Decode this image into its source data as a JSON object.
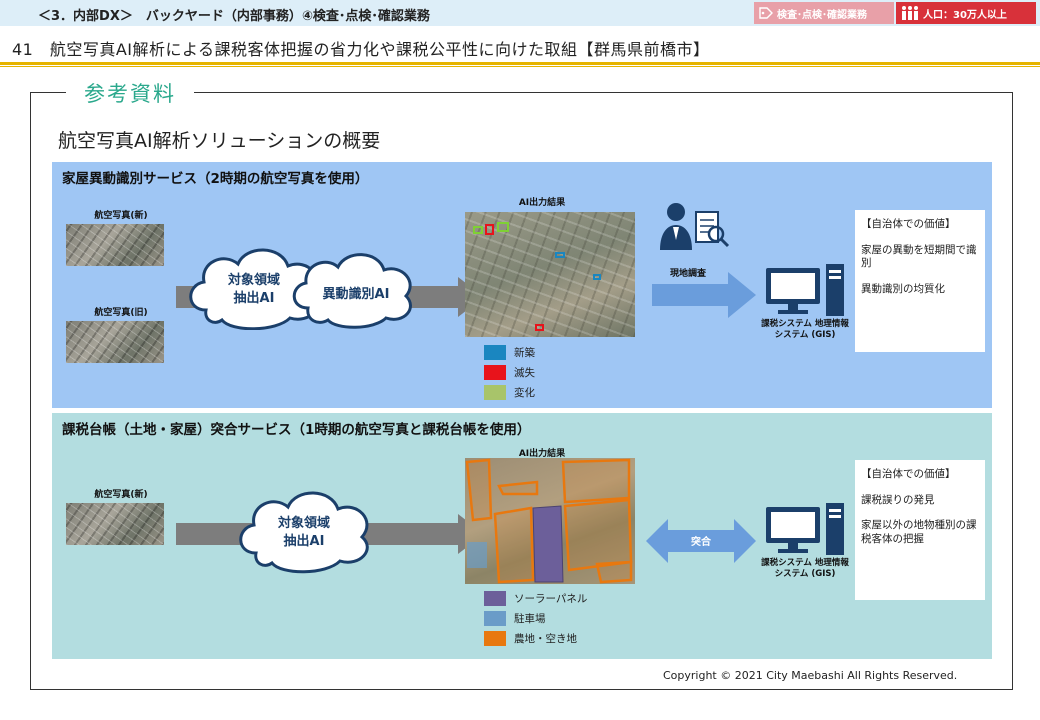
{
  "header": {
    "breadcrumb": "＜3．内部DX＞　バックヤード（内部事務）④検査･点検･確認業務",
    "tag_category": "検査･点検･確認業務",
    "tag_population": "人口：30万人以上"
  },
  "title": "41　航空写真AI解析による課税客体把握の省力化や課税公平性に向けた取組【群馬県前橋市】",
  "reference_label": "参考資料",
  "overview_title": "航空写真AI解析ソリューションの概要",
  "service1": {
    "title": "家屋異動識別サービス（2時期の航空写真を使用）",
    "photo_new_label": "航空写真(新)",
    "photo_old_label": "航空写真(旧)",
    "cloud1_line1": "対象領域",
    "cloud1_line2": "抽出AI",
    "cloud2": "異動識別AI",
    "result_label": "AI出力結果",
    "legend": [
      {
        "label": "新築",
        "color": "#1a86c0"
      },
      {
        "label": "滅失",
        "color": "#e8131b"
      },
      {
        "label": "変化",
        "color": "#a8c46a"
      }
    ],
    "survey_label": "現地調査",
    "gis_label": "課税システム 地理情報システム (GIS)",
    "value_title": "【自治体での価値】",
    "value_items": [
      "家屋の異動を短期間で識別",
      "異動識別の均質化"
    ]
  },
  "service2": {
    "title": "課税台帳（土地・家屋）突合サービス（1時期の航空写真と課税台帳を使用）",
    "photo_label": "航空写真(新)",
    "cloud_line1": "対象領域",
    "cloud_line2": "抽出AI",
    "result_label": "AI出力結果",
    "match_label": "突合",
    "legend": [
      {
        "label": "ソーラーパネル",
        "color": "#6c5f9a"
      },
      {
        "label": "駐車場",
        "color": "#6a9cc8"
      },
      {
        "label": "農地・空き地",
        "color": "#e8780f"
      }
    ],
    "gis_label": "課税システム 地理情報システム (GIS)",
    "value_title": "【自治体での価値】",
    "value_items": [
      "課税誤りの発見",
      "家屋以外の地物種別の課税客体の把握"
    ]
  },
  "copyright": "Copyright © 2021 City Maebashi All Rights Reserved."
}
